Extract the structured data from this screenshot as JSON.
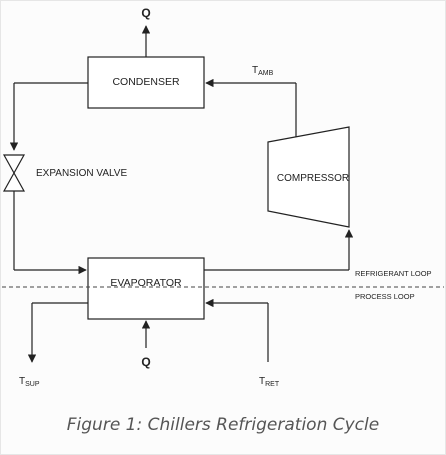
{
  "components": {
    "condenser": "CONDENSER",
    "expansion_valve": "EXPANSION VALVE",
    "compressor": "COMPRESSOR",
    "evaporator": "EVAPORATOR"
  },
  "heat": {
    "top": "Q",
    "bottom": "Q"
  },
  "temperatures": {
    "amb": {
      "symbol": "T",
      "sub": "AMB"
    },
    "sup": {
      "symbol": "T",
      "sub": "SUP"
    },
    "ret": {
      "symbol": "T",
      "sub": "RET"
    }
  },
  "loops": {
    "refrigerant": "REFRIGERANT LOOP",
    "process": "PROCESS LOOP"
  },
  "caption": "Figure 1: Chillers Refrigeration Cycle"
}
